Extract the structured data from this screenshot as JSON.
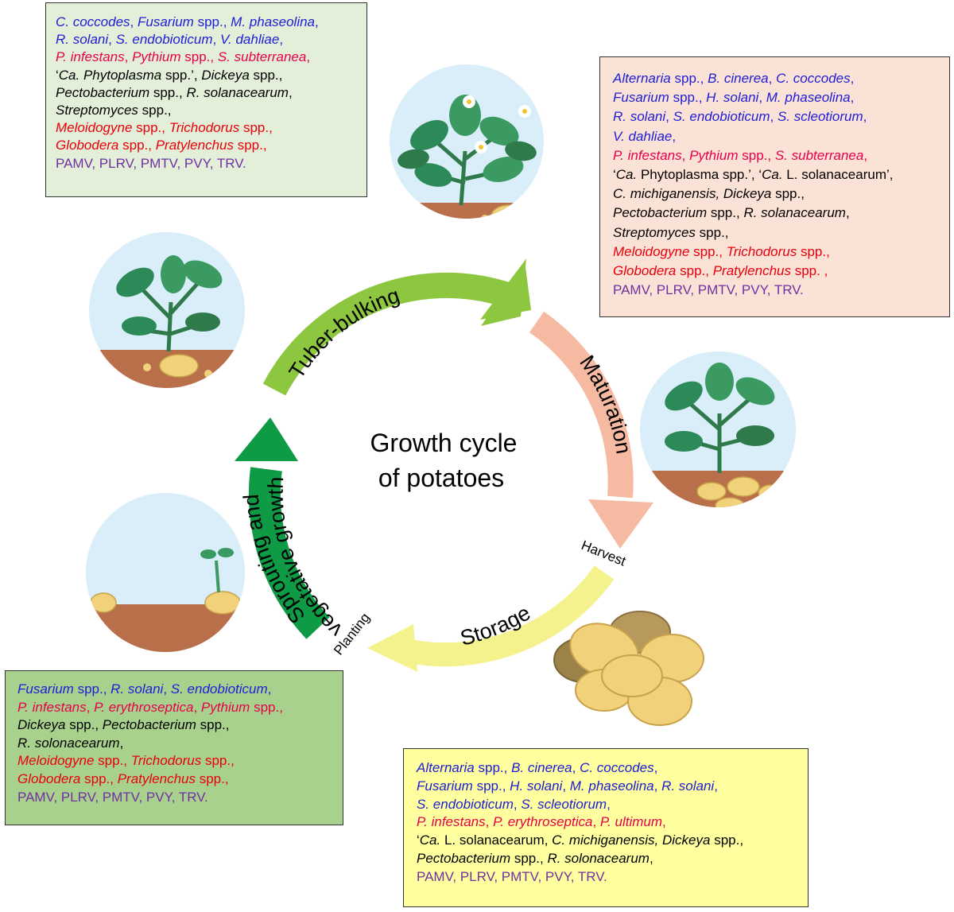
{
  "diagram": {
    "title_line1": "Growth cycle",
    "title_line2": "of potatoes",
    "stages": {
      "tuber_bulking": "Tuber-bulking",
      "maturation": "Maturation",
      "storage": "Storage",
      "sprouting_line1": "Sprouting and",
      "sprouting_line2": "vegetative growth",
      "harvest": "Harvest",
      "planting": "Planting"
    },
    "colors": {
      "fungi": "#1d1dd6",
      "oomycetes": "#e6004a",
      "bacteria": "#000000",
      "nematodes": "#e8000b",
      "viruses": "#7030a0",
      "arrow_tuber_bulking": "#8dc63f",
      "arrow_maturation": "#f6b9a2",
      "arrow_storage": "#f4f28c",
      "arrow_sprouting": "#0f9a45"
    }
  },
  "boxes": {
    "top_left": [
      [
        [
          "blue",
          "C. coccodes",
          true
        ],
        [
          "blue",
          ", ",
          false
        ],
        [
          "blue",
          "Fusarium",
          true
        ],
        [
          "blue",
          " spp., ",
          false
        ],
        [
          "blue",
          "M. phaseolina",
          true
        ],
        [
          "blue",
          ",",
          false
        ]
      ],
      [
        [
          "blue",
          "R. solani",
          true
        ],
        [
          "blue",
          ", ",
          false
        ],
        [
          "blue",
          "S. endobioticum",
          true
        ],
        [
          "blue",
          ", ",
          false
        ],
        [
          "blue",
          "V. dahliae",
          true
        ],
        [
          "blue",
          ",",
          false
        ]
      ],
      [
        [
          "pink",
          "P. infestans",
          true
        ],
        [
          "pink",
          ", ",
          false
        ],
        [
          "pink",
          "Pythium",
          true
        ],
        [
          "pink",
          " spp., ",
          false
        ],
        [
          "pink",
          "S. subterranea",
          true
        ],
        [
          "pink",
          ",",
          false
        ]
      ],
      [
        [
          "black",
          "‘",
          false
        ],
        [
          "black",
          "Ca. Phytoplasma",
          true
        ],
        [
          "black",
          " spp.’",
          false
        ],
        [
          "black",
          ", ",
          false
        ],
        [
          "black",
          "Dickeya",
          true
        ],
        [
          "black",
          " spp.,",
          false
        ]
      ],
      [
        [
          "black",
          "Pectobacterium",
          true
        ],
        [
          "black",
          " spp., ",
          false
        ],
        [
          "black",
          "R. solanacearum",
          true
        ],
        [
          "black",
          ",",
          false
        ]
      ],
      [
        [
          "black",
          "Streptomyces",
          true
        ],
        [
          "black",
          " spp.,",
          false
        ]
      ],
      [
        [
          "red",
          "Meloidogyne",
          true
        ],
        [
          "red",
          " spp., ",
          false
        ],
        [
          "red",
          "Trichodorus",
          true
        ],
        [
          "red",
          " spp.,",
          false
        ]
      ],
      [
        [
          "red",
          "Globodera",
          true
        ],
        [
          "red",
          " spp., ",
          false
        ],
        [
          "red",
          "Pratylenchus",
          true
        ],
        [
          "red",
          " spp.,",
          false
        ]
      ],
      [
        [
          "purple",
          "PAMV, PLRV, PMTV, PVY, TRV.",
          false
        ]
      ]
    ],
    "top_right": [
      [
        [
          "blue",
          "Alternaria",
          true
        ],
        [
          "blue",
          " spp., ",
          false
        ],
        [
          "blue",
          "B. cinerea",
          true
        ],
        [
          "blue",
          ", ",
          false
        ],
        [
          "blue",
          "C. coccodes",
          true
        ],
        [
          "blue",
          ",",
          false
        ]
      ],
      [
        [
          "blue",
          "Fusarium",
          true
        ],
        [
          "blue",
          " spp., ",
          false
        ],
        [
          "blue",
          "H. solani",
          true
        ],
        [
          "blue",
          ", ",
          false
        ],
        [
          "blue",
          "M. phaseolina",
          true
        ],
        [
          "blue",
          ",",
          false
        ]
      ],
      [
        [
          "blue",
          "R. solani",
          true
        ],
        [
          "blue",
          ", ",
          false
        ],
        [
          "blue",
          "S. endobioticum",
          true
        ],
        [
          "blue",
          ", ",
          false
        ],
        [
          "blue",
          "S. scleotiorum",
          true
        ],
        [
          "blue",
          ",",
          false
        ]
      ],
      [
        [
          "blue",
          "V. dahliae",
          true
        ],
        [
          "blue",
          ",",
          false
        ]
      ],
      [
        [
          "pink",
          "P. infestans",
          true
        ],
        [
          "pink",
          ", ",
          false
        ],
        [
          "pink",
          "Pythium",
          true
        ],
        [
          "pink",
          " spp., ",
          false
        ],
        [
          "pink",
          "S. subterranea",
          true
        ],
        [
          "pink",
          ",",
          false
        ]
      ],
      [
        [
          "black",
          "‘",
          false
        ],
        [
          "black",
          "Ca.",
          true
        ],
        [
          "black",
          " Phytoplasma spp.’, ‘",
          false
        ],
        [
          "black",
          "Ca.",
          true
        ],
        [
          "black",
          " L. solanacearum’,",
          false
        ]
      ],
      [
        [
          "black",
          "C. michiganensis, Dickeya",
          true
        ],
        [
          "black",
          " spp.,",
          false
        ]
      ],
      [
        [
          "black",
          "Pectobacterium",
          true
        ],
        [
          "black",
          " spp., ",
          false
        ],
        [
          "black",
          "R. solanacearum",
          true
        ],
        [
          "black",
          ",",
          false
        ]
      ],
      [
        [
          "black",
          "Streptomyces",
          true
        ],
        [
          "black",
          " spp.,",
          false
        ]
      ],
      [
        [
          "red",
          "Meloidogyne",
          true
        ],
        [
          "red",
          " spp., ",
          false
        ],
        [
          "red",
          "Trichodorus",
          true
        ],
        [
          "red",
          " spp.,",
          false
        ]
      ],
      [
        [
          "red",
          "Globodera",
          true
        ],
        [
          "red",
          " spp., ",
          false
        ],
        [
          "red",
          "Pratylenchus",
          true
        ],
        [
          "red",
          " spp. ,",
          false
        ]
      ],
      [
        [
          "purple",
          "PAMV, PLRV, PMTV, PVY, TRV.",
          false
        ]
      ]
    ],
    "bottom_left": [
      [
        [
          "blue",
          "Fusarium",
          true
        ],
        [
          "blue",
          " spp., ",
          false
        ],
        [
          "blue",
          "R. solani",
          true
        ],
        [
          "blue",
          ", ",
          false
        ],
        [
          "blue",
          "S. endobioticum",
          true
        ],
        [
          "blue",
          ",",
          false
        ]
      ],
      [
        [
          "pink",
          "P. infestans",
          true
        ],
        [
          "pink",
          ", ",
          false
        ],
        [
          "pink",
          "P. erythroseptica",
          true
        ],
        [
          "pink",
          ", ",
          false
        ],
        [
          "pink",
          "Pythium",
          true
        ],
        [
          "pink",
          " spp.,",
          false
        ]
      ],
      [
        [
          "black",
          "Dickeya",
          true
        ],
        [
          "black",
          " spp., ",
          false
        ],
        [
          "black",
          "Pectobacterium",
          true
        ],
        [
          "black",
          " spp.,",
          false
        ]
      ],
      [
        [
          "black",
          "R. solonacearum",
          true
        ],
        [
          "black",
          ",",
          false
        ]
      ],
      [
        [
          "red",
          "Meloidogyne",
          true
        ],
        [
          "red",
          " spp., ",
          false
        ],
        [
          "red",
          "Trichodorus",
          true
        ],
        [
          "red",
          " spp.,",
          false
        ]
      ],
      [
        [
          "red",
          "Globodera",
          true
        ],
        [
          "red",
          " spp., ",
          false
        ],
        [
          "red",
          "Pratylenchus",
          true
        ],
        [
          "red",
          " spp.,",
          false
        ]
      ],
      [
        [
          "purple",
          "PAMV, PLRV, PMTV, PVY, TRV.",
          false
        ]
      ]
    ],
    "bottom_right": [
      [
        [
          "blue",
          "Alternaria",
          true
        ],
        [
          "blue",
          " spp., ",
          false
        ],
        [
          "blue",
          "B. cinerea",
          true
        ],
        [
          "blue",
          ", ",
          false
        ],
        [
          "blue",
          "C. coccodes",
          true
        ],
        [
          "blue",
          ",",
          false
        ]
      ],
      [
        [
          "blue",
          "Fusarium",
          true
        ],
        [
          "blue",
          " spp., ",
          false
        ],
        [
          "blue",
          "H. solani",
          true
        ],
        [
          "blue",
          ", ",
          false
        ],
        [
          "blue",
          "M. phaseolina",
          true
        ],
        [
          "blue",
          ", ",
          false
        ],
        [
          "blue",
          "R. solani",
          true
        ],
        [
          "blue",
          ",",
          false
        ]
      ],
      [
        [
          "blue",
          "S. endobioticum",
          true
        ],
        [
          "blue",
          ", ",
          false
        ],
        [
          "blue",
          "S. scleotiorum",
          true
        ],
        [
          "blue",
          ",",
          false
        ]
      ],
      [
        [
          "pink",
          "P. infestans",
          true
        ],
        [
          "pink",
          ", ",
          false
        ],
        [
          "pink",
          "P. erythroseptica",
          true
        ],
        [
          "pink",
          ", ",
          false
        ],
        [
          "pink",
          "P. ultimum",
          true
        ],
        [
          "pink",
          ",",
          false
        ]
      ],
      [
        [
          "black",
          "‘",
          false
        ],
        [
          "black",
          "Ca.",
          true
        ],
        [
          "black",
          " L. solanacearum, ",
          false
        ],
        [
          "black",
          "C. michiganensis, Dickeya",
          true
        ],
        [
          "black",
          " spp.,",
          false
        ]
      ],
      [
        [
          "black",
          "Pectobacterium",
          true
        ],
        [
          "black",
          " spp., ",
          false
        ],
        [
          "black",
          "R. solonacearum",
          true
        ],
        [
          "black",
          ",",
          false
        ]
      ],
      [
        [
          "purple",
          "PAMV, PLRV, PMTV, PVY, TRV.",
          false
        ]
      ]
    ]
  }
}
